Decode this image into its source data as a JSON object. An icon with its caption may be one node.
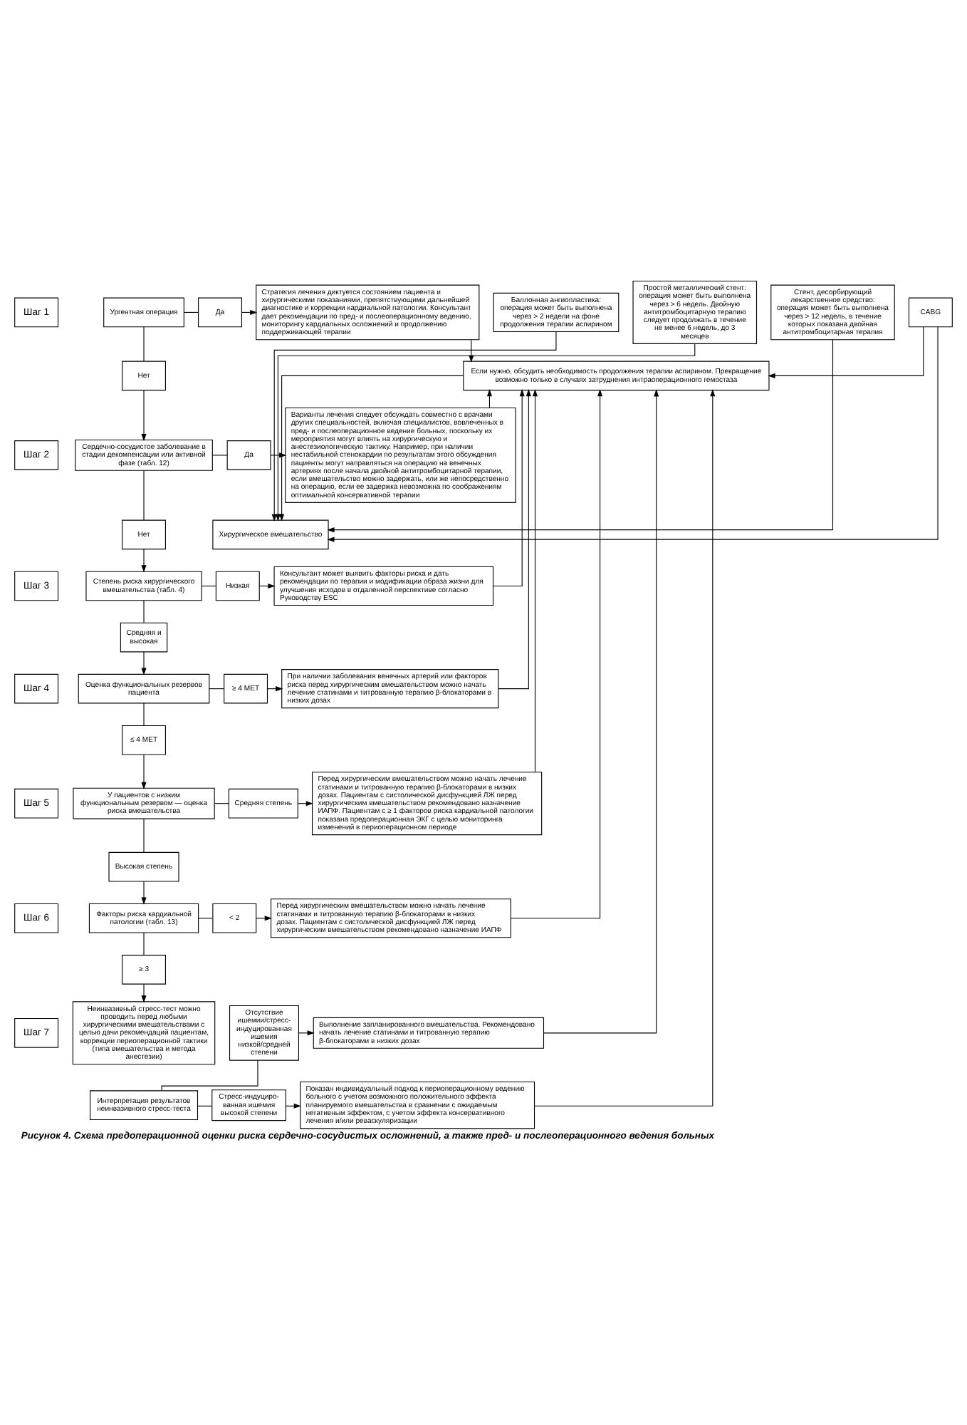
{
  "diagram": {
    "caption": "Рисунок 4. Схема предоперационной оценки риска сердечно-сосудистых осложнений, а также пред- и послеоперационного ведения больных",
    "nodes": [
      {
        "text": [
          "Шаг 1"
        ]
      },
      {
        "text": [
          "Ургентная операция"
        ]
      },
      {
        "text": [
          "Да"
        ]
      },
      {
        "text": [
          "Стратегия лечения диктуется состоянием пациента и хирургическими показаниями, препятствующими дальнейшей диагностике и коррекции кардиальной патологии. Консультант дает рекомендации по пред- и послеоперационному ведению, мониторингу кардиальных осложнений и продолжению поддерживающей терапии"
        ]
      },
      {
        "text": [
          "Нет"
        ]
      },
      {
        "text": [
          "Шаг 2"
        ]
      },
      {
        "text": [
          "Сердечно-сосудистое заболевание в стадии декомпенсации или активной фазе (табл. 12)"
        ]
      },
      {
        "text": [
          "Да"
        ]
      },
      {
        "text": [
          "Варианты лечения следует обсуждать совместно с врачами других специальностей, включая специалистов, вовлеченных в пред- и послеоперационное ведение больных, поскольку их мероприятия могут влиять на хирургическую и анестезиологическую тактику. Например, при наличии нестабильной стенокардии по результатам этого обсуждения пациенты могут направляться на операцию на венечных артериях после начала двойной антитромбоцитарной терапии, если вмешательство можно задержать, или же непосредственно на операцию, если ее задержка невозможна по соображениям оптимальной консервативной терапии"
        ]
      },
      {
        "text": [
          "Нет"
        ]
      },
      {
        "text": [
          "Шаг 3"
        ]
      },
      {
        "text": [
          "Степень риска хирургического вмешательства (табл. 4)"
        ]
      },
      {
        "text": [
          "Низкая"
        ]
      },
      {
        "text": [
          "Консультант может выявить факторы риска и дать рекомендации по терапии и модификации образа жизни для улучшения исходов в отдаленной перспективе согласно Руководству ESC"
        ]
      },
      {
        "text": [
          "Средняя и высокая"
        ]
      },
      {
        "text": [
          "Шаг 4"
        ]
      },
      {
        "text": [
          "Оценка функциональных резервов пациента"
        ]
      },
      {
        "text": [
          "≥ 4 МЕТ"
        ]
      },
      {
        "text": [
          "При наличии заболевания венечных артерий или факторов риска перед хирургическим вмешательством можно начать лечение статинами и титрованную терапию β-блокаторами в низких дозах"
        ]
      },
      {
        "text": [
          "≤ 4 МЕТ"
        ]
      },
      {
        "text": [
          "Шаг 5"
        ]
      },
      {
        "text": [
          "У пациентов с низким функциональным резервом — оценка риска вмешательства"
        ]
      },
      {
        "text": [
          "Средняя степень"
        ]
      },
      {
        "text": [
          "Перед хирургическим вмешательством можно начать лечение статинами и титрованную терапию β-блокаторами в низких дозах. Пациентам с систолической дисфункцией ЛЖ перед хирургическим вмешательством рекомендовано назначение ИАПФ. Пациентам с ≥ 1 факторов риска кардиальной патологии показана предоперационная ЭКГ с целью мониторинга изменений в периоперационном периоде"
        ]
      },
      {
        "text": [
          "Высокая степень"
        ]
      },
      {
        "text": [
          "Шаг 6"
        ]
      },
      {
        "text": [
          "Факторы риска кардиальной патологии (табл. 13)"
        ]
      },
      {
        "text": [
          "< 2"
        ]
      },
      {
        "text": [
          "Перед хирургическим вмешательством можно начать лечение статинами и титрованную терапию β-блокаторами в низких дозах. Пациентам с систолической дисфункцией ЛЖ перед хирургическим вмешательством рекомендовано назначение ИАПФ"
        ]
      },
      {
        "text": [
          "≥ 3"
        ]
      },
      {
        "text": [
          "Неинвазивный стресс-тест можно проводить перед любыми хирургическими вмешательствами с целью дачи рекомендаций пациентам, коррекции периоперационной тактики (типа вмешательства и метода анестезии)"
        ]
      },
      {
        "text": [
          "Шаг 7"
        ]
      },
      {
        "text": [
          "Отсутствие ишемии/стресс-индуцированная ишемия низкой/средней степени"
        ]
      },
      {
        "text": [
          "Выполнение запланированного вмешательства. Рекомендовано начать лечение статинами и титрованную терапию β-блокаторами в низких дозах"
        ]
      },
      {
        "text": [
          "Интерпретация результатов неинвазивного стресс-теста"
        ]
      },
      {
        "text": [
          "Стресс-индуциро- ванная ишемия высокой степени"
        ]
      },
      {
        "text": [
          "Показан индивидуальный подход к периоперационному ведению больного с учетом возможного положительного эффекта планируемого вмешательства в сравнении с ожидаемым негативным эффектом, с учетом эффекта консервативного лечения и/или реваскуляризации"
        ]
      },
      {
        "text": [
          "Баллонная ангиопластика: операция может быть выполнена через > 2 недели на фоне продолжения терапии аспирином"
        ]
      },
      {
        "text": [
          "Простой металлический стент: операция может быть выполнена через > 6 недель. Двойную антитромбоцитарную терапию следует продолжать в течение не менее 6 недель, до 3 месяцев"
        ]
      },
      {
        "text": [
          "Стент, десорбирующий лекарственное средство: операция может быть выполнена через > 12 недель, в течение которых показана двойная антитромбоцитарная терапия"
        ]
      },
      {
        "text": [
          "CABG"
        ]
      },
      {
        "text": [
          "Если нужно, обсудить необходимость продолжения терапии аспирином. Прекращение возможно только в случаях затруднения интраоперационного гемостаза"
        ]
      },
      {
        "text": [
          "Хирургическое вмешательство"
        ]
      }
    ],
    "edges": [
      {
        "from": 1,
        "to": 2,
        "arrow": "none"
      },
      {
        "from": 2,
        "to": 3,
        "arrow": "to"
      },
      {
        "from": 1,
        "to": 4,
        "arrow": "none"
      },
      {
        "from": 4,
        "to": 6,
        "arrow": "to"
      },
      {
        "from": 6,
        "to": 7,
        "arrow": "none"
      },
      {
        "from": 7,
        "to": 8,
        "arrow": "to"
      },
      {
        "from": 6,
        "to": 9,
        "arrow": "none"
      },
      {
        "from": 9,
        "to": 11,
        "arrow": "to"
      },
      {
        "from": 11,
        "to": 12,
        "arrow": "none"
      },
      {
        "from": 12,
        "to": 13,
        "arrow": "to"
      },
      {
        "from": 11,
        "to": 14,
        "arrow": "none"
      },
      {
        "from": 14,
        "to": 16,
        "arrow": "to"
      },
      {
        "from": 16,
        "to": 17,
        "arrow": "none"
      },
      {
        "from": 17,
        "to": 18,
        "arrow": "to"
      },
      {
        "from": 16,
        "to": 19,
        "arrow": "none"
      },
      {
        "from": 19,
        "to": 21,
        "arrow": "to"
      },
      {
        "from": 21,
        "to": 22,
        "arrow": "none"
      },
      {
        "from": 22,
        "to": 23,
        "arrow": "to"
      },
      {
        "from": 21,
        "to": 24,
        "arrow": "none"
      },
      {
        "from": 24,
        "to": 26,
        "arrow": "to"
      },
      {
        "from": 26,
        "to": 27,
        "arrow": "none"
      },
      {
        "from": 27,
        "to": 28,
        "arrow": "to"
      },
      {
        "from": 26,
        "to": 29,
        "arrow": "none"
      },
      {
        "from": 29,
        "to": 30,
        "arrow": "to"
      },
      {
        "from": 34,
        "to": 32,
        "arrow": "none"
      },
      {
        "from": 32,
        "to": 33,
        "arrow": "to"
      },
      {
        "from": 34,
        "to": 35,
        "arrow": "none"
      },
      {
        "from": 35,
        "to": 36,
        "arrow": "to"
      },
      {
        "from": 3,
        "to": 41,
        "arrow": "to"
      },
      {
        "from": 8,
        "to": 41,
        "arrow": "to"
      },
      {
        "from": 13,
        "to": 41,
        "arrow": "to"
      },
      {
        "from": 18,
        "to": 41,
        "arrow": "to"
      },
      {
        "from": 23,
        "to": 41,
        "arrow": "to"
      },
      {
        "from": 28,
        "to": 41,
        "arrow": "to"
      },
      {
        "from": 33,
        "to": 41,
        "arrow": "to"
      },
      {
        "from": 36,
        "to": 41,
        "arrow": "to"
      },
      {
        "from": 40,
        "to": 41,
        "arrow": "to"
      },
      {
        "from": 37,
        "to": 42,
        "arrow": "to"
      },
      {
        "from": 38,
        "to": 42,
        "arrow": "to"
      },
      {
        "from": 39,
        "to": 42,
        "arrow": "to"
      },
      {
        "from": 40,
        "to": 42,
        "arrow": "to"
      },
      {
        "from": 41,
        "to": 42,
        "arrow": "to"
      }
    ]
  }
}
